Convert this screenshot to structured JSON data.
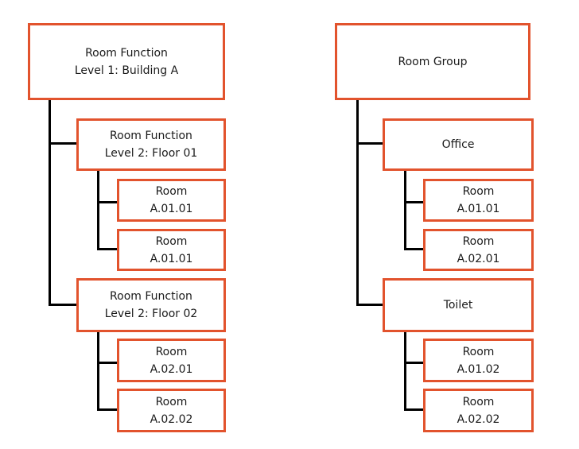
{
  "colors": {
    "box_border": "#E2532D",
    "connector": "#000000",
    "background": "#FFFFFF",
    "text": "#1A1A1A"
  },
  "left_tree": {
    "root": {
      "label": "Room Function\nLevel 1: Building A",
      "children": [
        {
          "label": "Room Function\nLevel 2: Floor 01",
          "children": [
            {
              "label": "Room\nA.01.01"
            },
            {
              "label": "Room\nA.01.01"
            }
          ]
        },
        {
          "label": "Room Function\nLevel 2: Floor 02",
          "children": [
            {
              "label": "Room\nA.02.01"
            },
            {
              "label": "Room\nA.02.02"
            }
          ]
        }
      ]
    }
  },
  "right_tree": {
    "root": {
      "label": "Room Group",
      "children": [
        {
          "label": "Office",
          "children": [
            {
              "label": "Room\nA.01.01"
            },
            {
              "label": "Room\nA.02.01"
            }
          ]
        },
        {
          "label": "Toilet",
          "children": [
            {
              "label": "Room\nA.01.02"
            },
            {
              "label": "Room\nA.02.02"
            }
          ]
        }
      ]
    }
  }
}
